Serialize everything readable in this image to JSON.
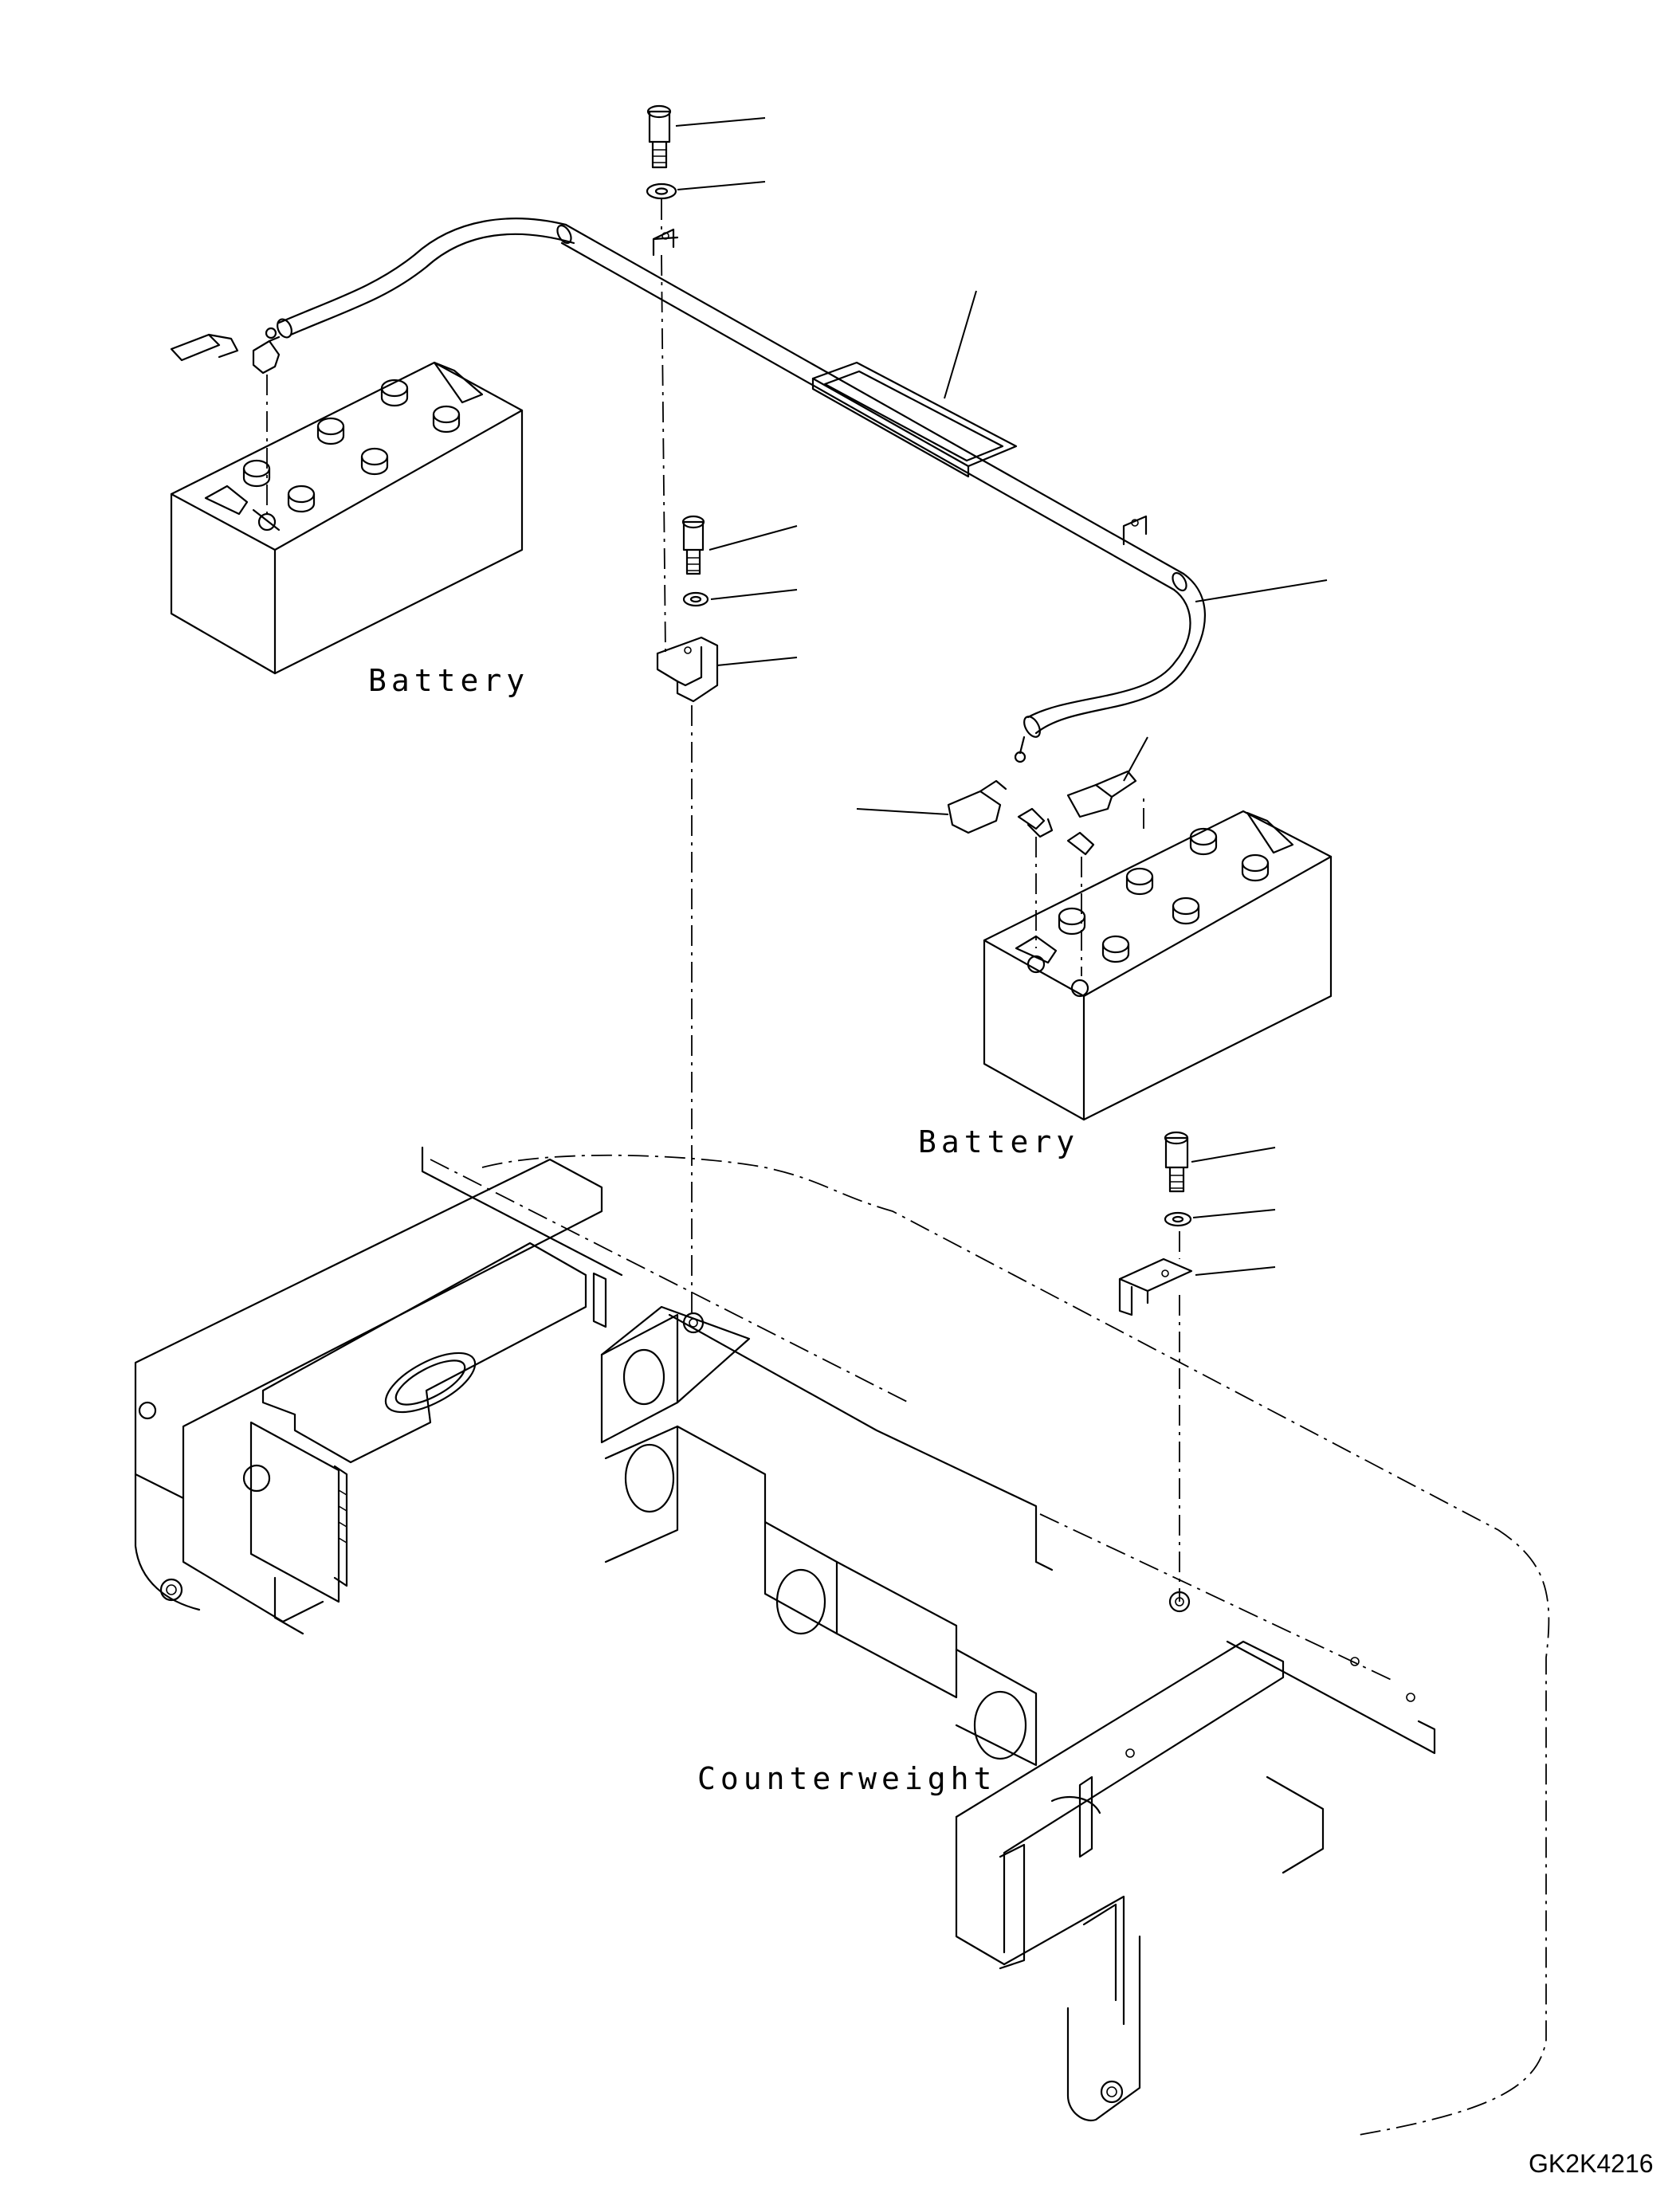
{
  "labels": {
    "battery_left": "Battery",
    "battery_right": "Battery",
    "counterweight": "Counterweight"
  },
  "drawing_code": "GK2K4216",
  "callouts": [
    {
      "id": "bolt-top"
    },
    {
      "id": "washer-top"
    },
    {
      "id": "cable-cover"
    },
    {
      "id": "battery-cable"
    },
    {
      "id": "bolt-mid"
    },
    {
      "id": "washer-mid"
    },
    {
      "id": "bracket-mid"
    },
    {
      "id": "terminal-cap-left"
    },
    {
      "id": "terminal-cap-right"
    },
    {
      "id": "bolt-low"
    },
    {
      "id": "washer-low"
    },
    {
      "id": "bracket-low"
    }
  ]
}
